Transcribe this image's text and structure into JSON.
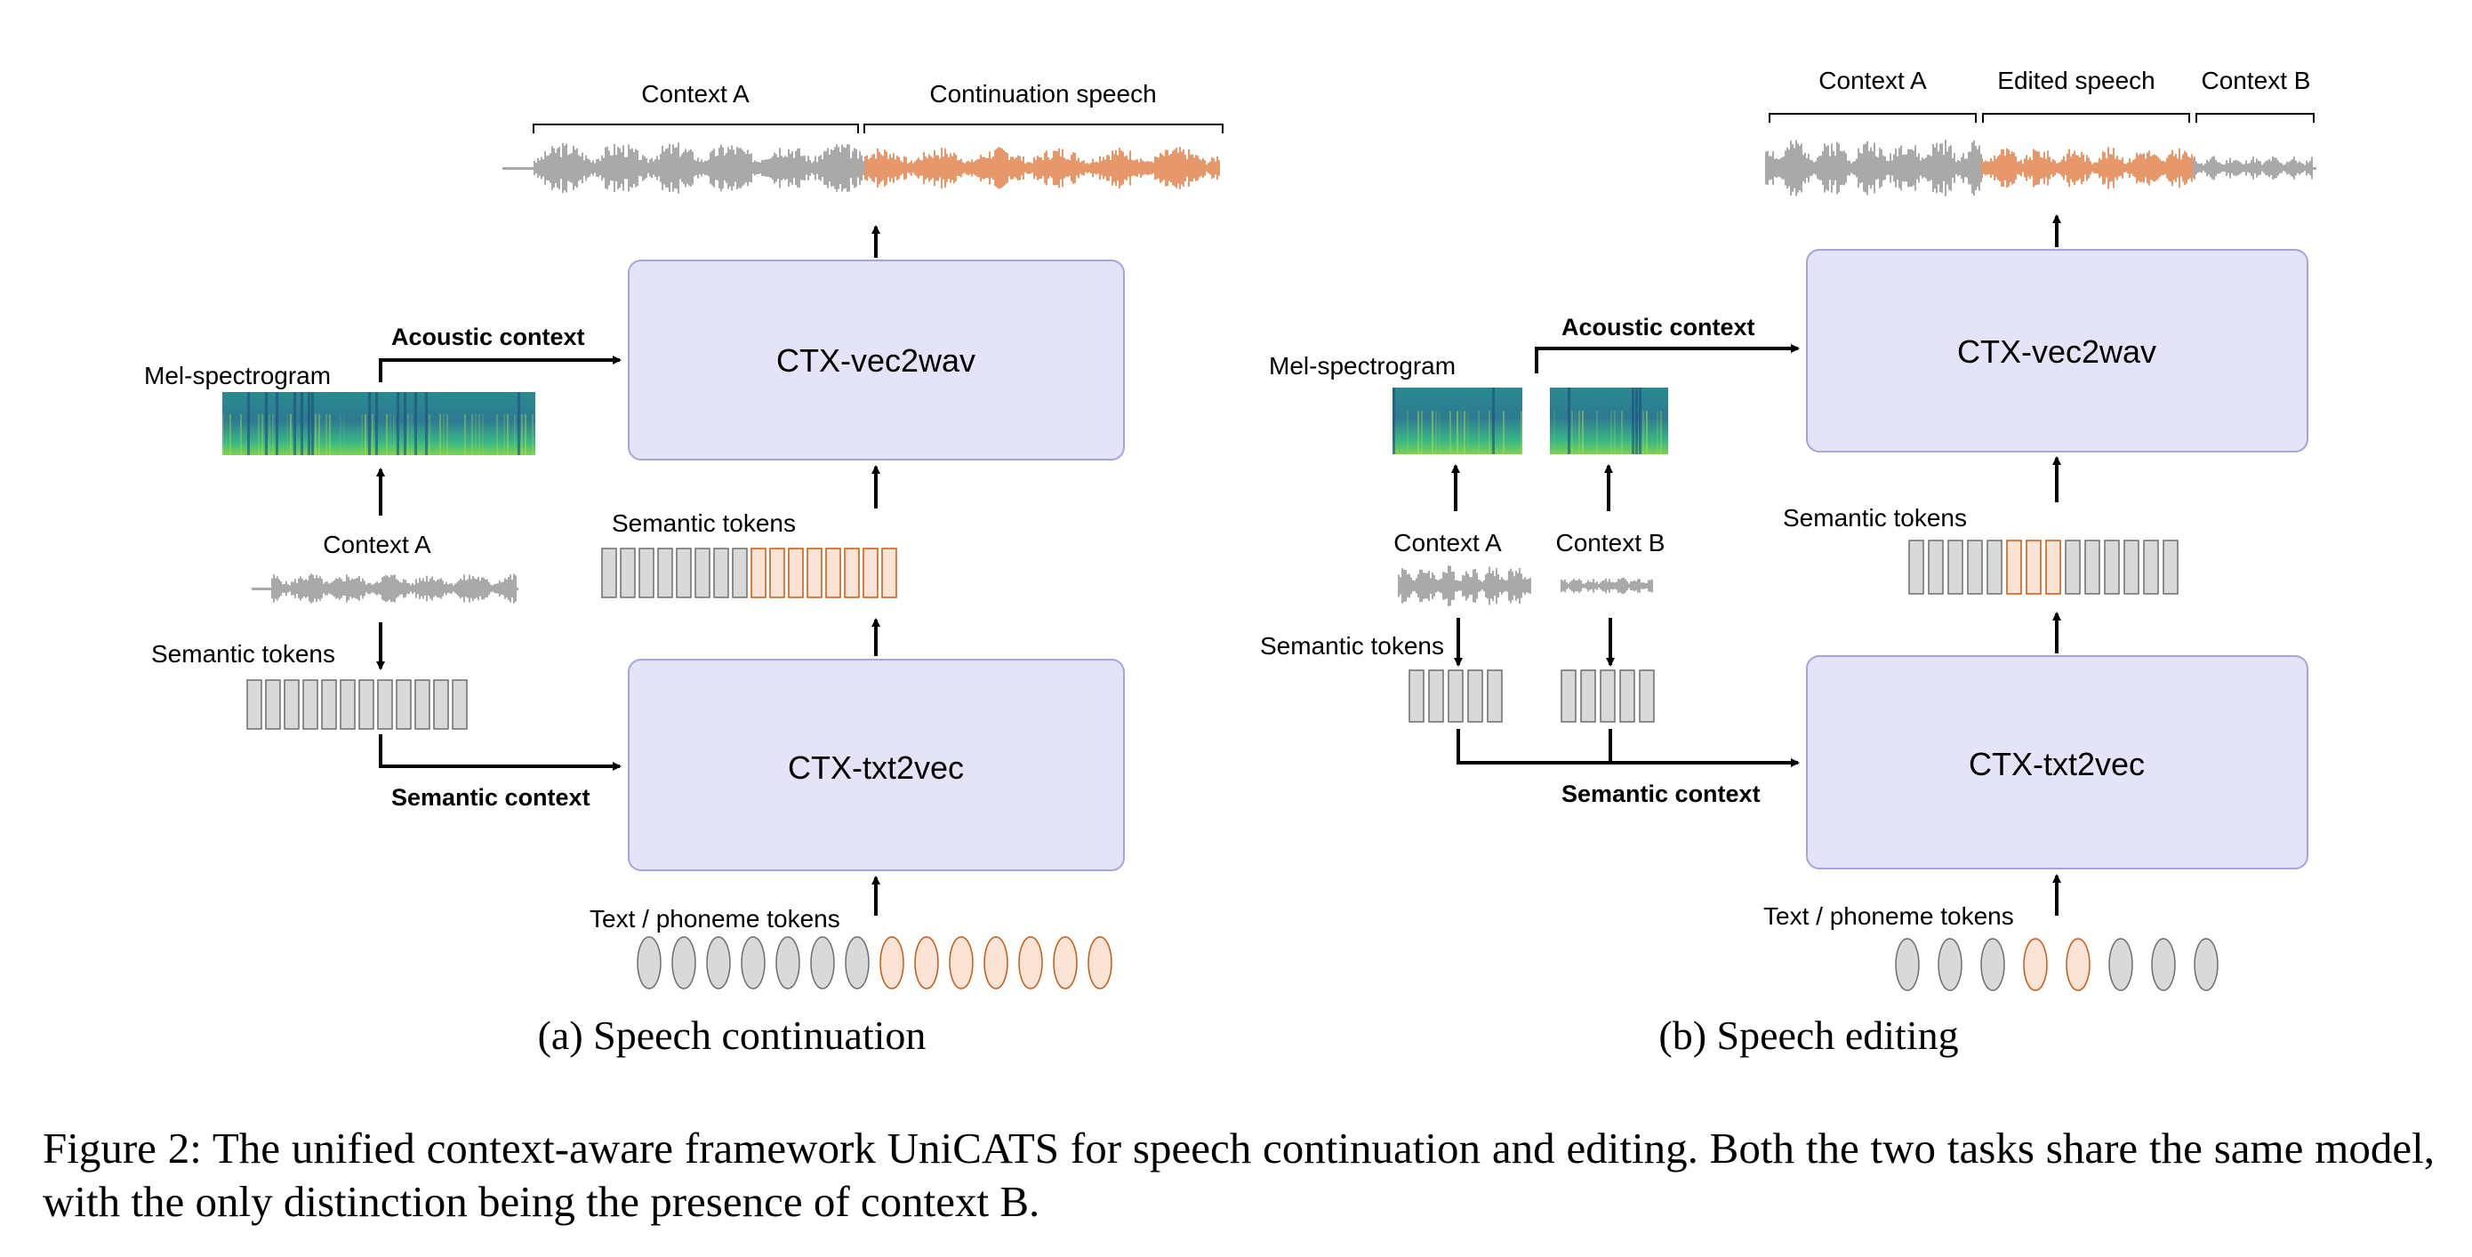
{
  "colors": {
    "box_fill": "#e4e3f7",
    "box_stroke": "#a6a3e0",
    "token_grey_fill": "#d9d9d9",
    "token_grey_stroke": "#6e6e6e",
    "token_orange_fill": "#fbe3d6",
    "token_orange_stroke": "#c55a11",
    "wave_grey": "#a9a9a9",
    "wave_orange": "#e6986a",
    "arrow": "#000000"
  },
  "panel_a": {
    "top_bracket_left": "Context A",
    "top_bracket_right": "Continuation speech",
    "vec2wav_box": "CTX-vec2wav",
    "txt2vec_box": "CTX-txt2vec",
    "acoustic_context": "Acoustic context",
    "semantic_context": "Semantic context",
    "mel_label": "Mel-spectrogram",
    "context_a_label": "Context A",
    "semantic_tokens_left": "Semantic tokens",
    "semantic_tokens_right": "Semantic tokens",
    "text_tokens": "Text / phoneme tokens",
    "subcaption": "(a)  Speech continuation"
  },
  "panel_b": {
    "top_bracket_left": "Context A",
    "top_bracket_mid": "Edited speech",
    "top_bracket_right": "Context B",
    "vec2wav_box": "CTX-vec2wav",
    "txt2vec_box": "CTX-txt2vec",
    "acoustic_context": "Acoustic context",
    "semantic_context": "Semantic context",
    "mel_label": "Mel-spectrogram",
    "context_a_label": "Context A",
    "context_b_label": "Context B",
    "semantic_tokens_left": "Semantic tokens",
    "semantic_tokens_right": "Semantic tokens",
    "text_tokens": "Text / phoneme tokens",
    "subcaption": "(b)  Speech editing"
  },
  "caption": "Figure 2: The unified context-aware framework UniCATS for speech continuation and editing. Both the two tasks share the same model, with the only distinction being the presence of context B."
}
